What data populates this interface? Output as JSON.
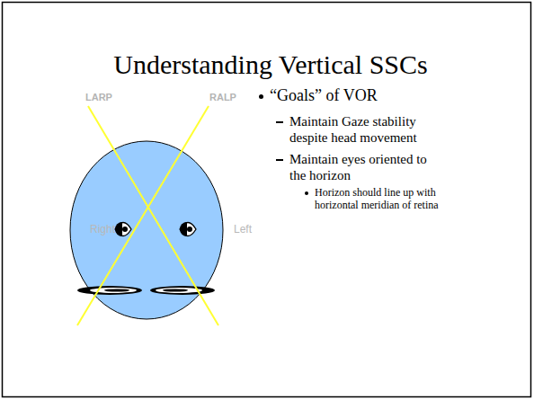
{
  "diagram": {
    "title": "Understanding Vertical SSCs",
    "labels": [
      "LARP",
      "RALP",
      "Right",
      "Left",
      "“Goals” of VOR",
      "Maintain Gaze stability despite head movement",
      "Maintain eyes oriented to the horizon",
      "Horizon should line up with horizontal meridian of retina"
    ]
  }
}
